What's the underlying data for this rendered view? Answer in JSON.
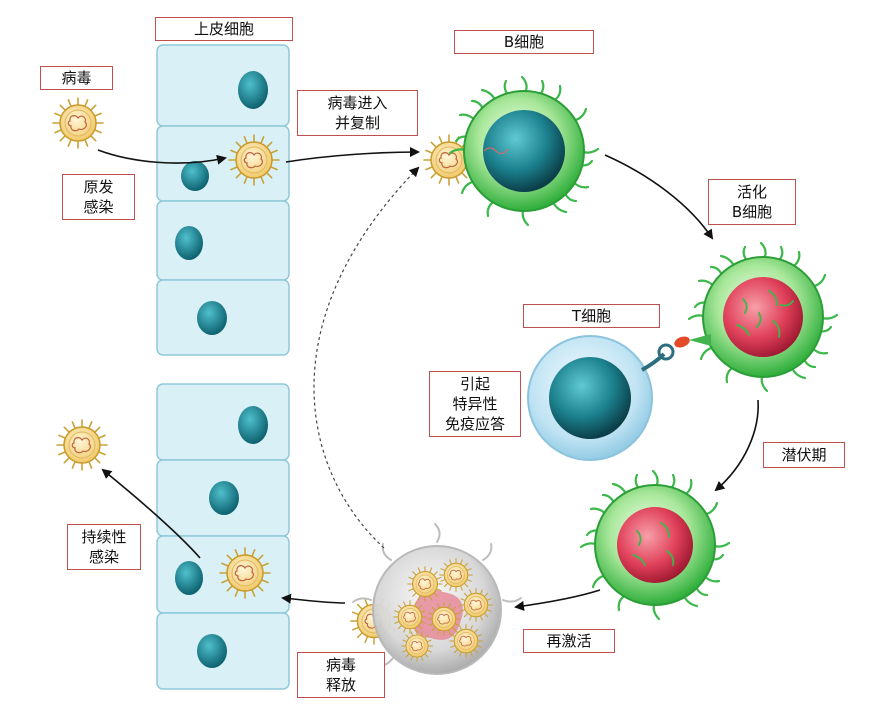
{
  "labels": {
    "epithelial_cells": "上皮细胞",
    "virus": "病毒",
    "virus_entry": "病毒进入\n并复制",
    "primary_infection": "原发\n感染",
    "b_cell": "B细胞",
    "activated_b_cell": "活化\nB细胞",
    "t_cell": "T细胞",
    "specific_immune_response": "引起\n特异性\n免疫应答",
    "latency": "潜伏期",
    "reactivation": "再激活",
    "virus_release": "病毒\n释放",
    "persistent_infection": "持续性\n感染"
  },
  "colors": {
    "label_border": "#c0504d",
    "epithelial_fill": "#d8f0f6",
    "nucleus": "#1b8a9a",
    "b_cell_green": "#4fc24f",
    "activated_core": "#d8344c",
    "virus_fill": "#f4d88a",
    "virus_spikes": "#c9a237"
  }
}
